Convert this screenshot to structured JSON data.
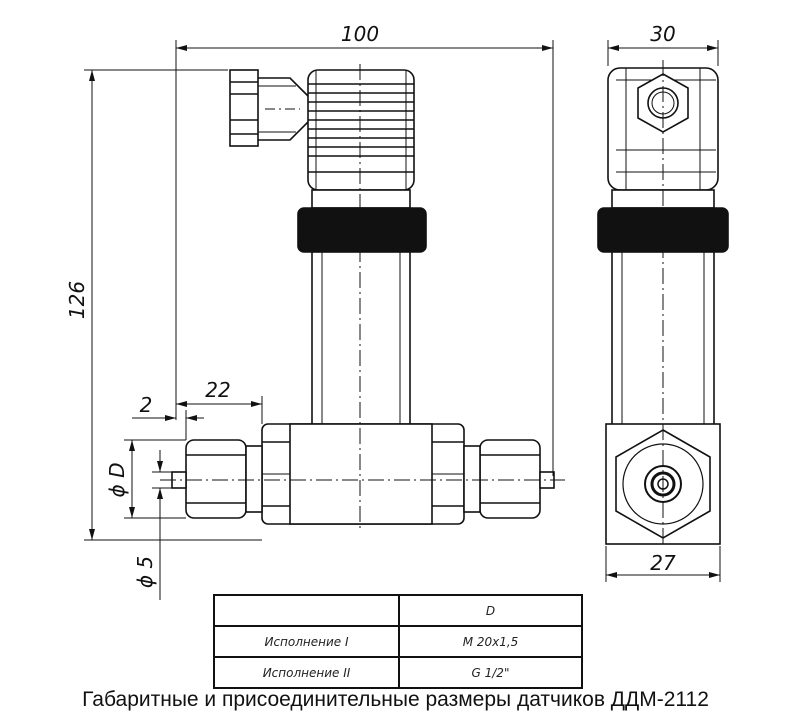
{
  "dimensions": {
    "total_width": "100",
    "side_width": "30",
    "height": "126",
    "port_length": "22",
    "tip_length": "2",
    "thread_diameter": "ϕ D",
    "hole_diameter": "ϕ 5",
    "base_width": "27"
  },
  "table": {
    "header": [
      "",
      "D"
    ],
    "rows": [
      [
        "Исполнение I",
        "M 20x1,5"
      ],
      [
        "Исполнение II",
        "G 1/2\""
      ]
    ]
  },
  "caption": "Габаритные и присоединительные размеры датчиков ДДМ-2112"
}
